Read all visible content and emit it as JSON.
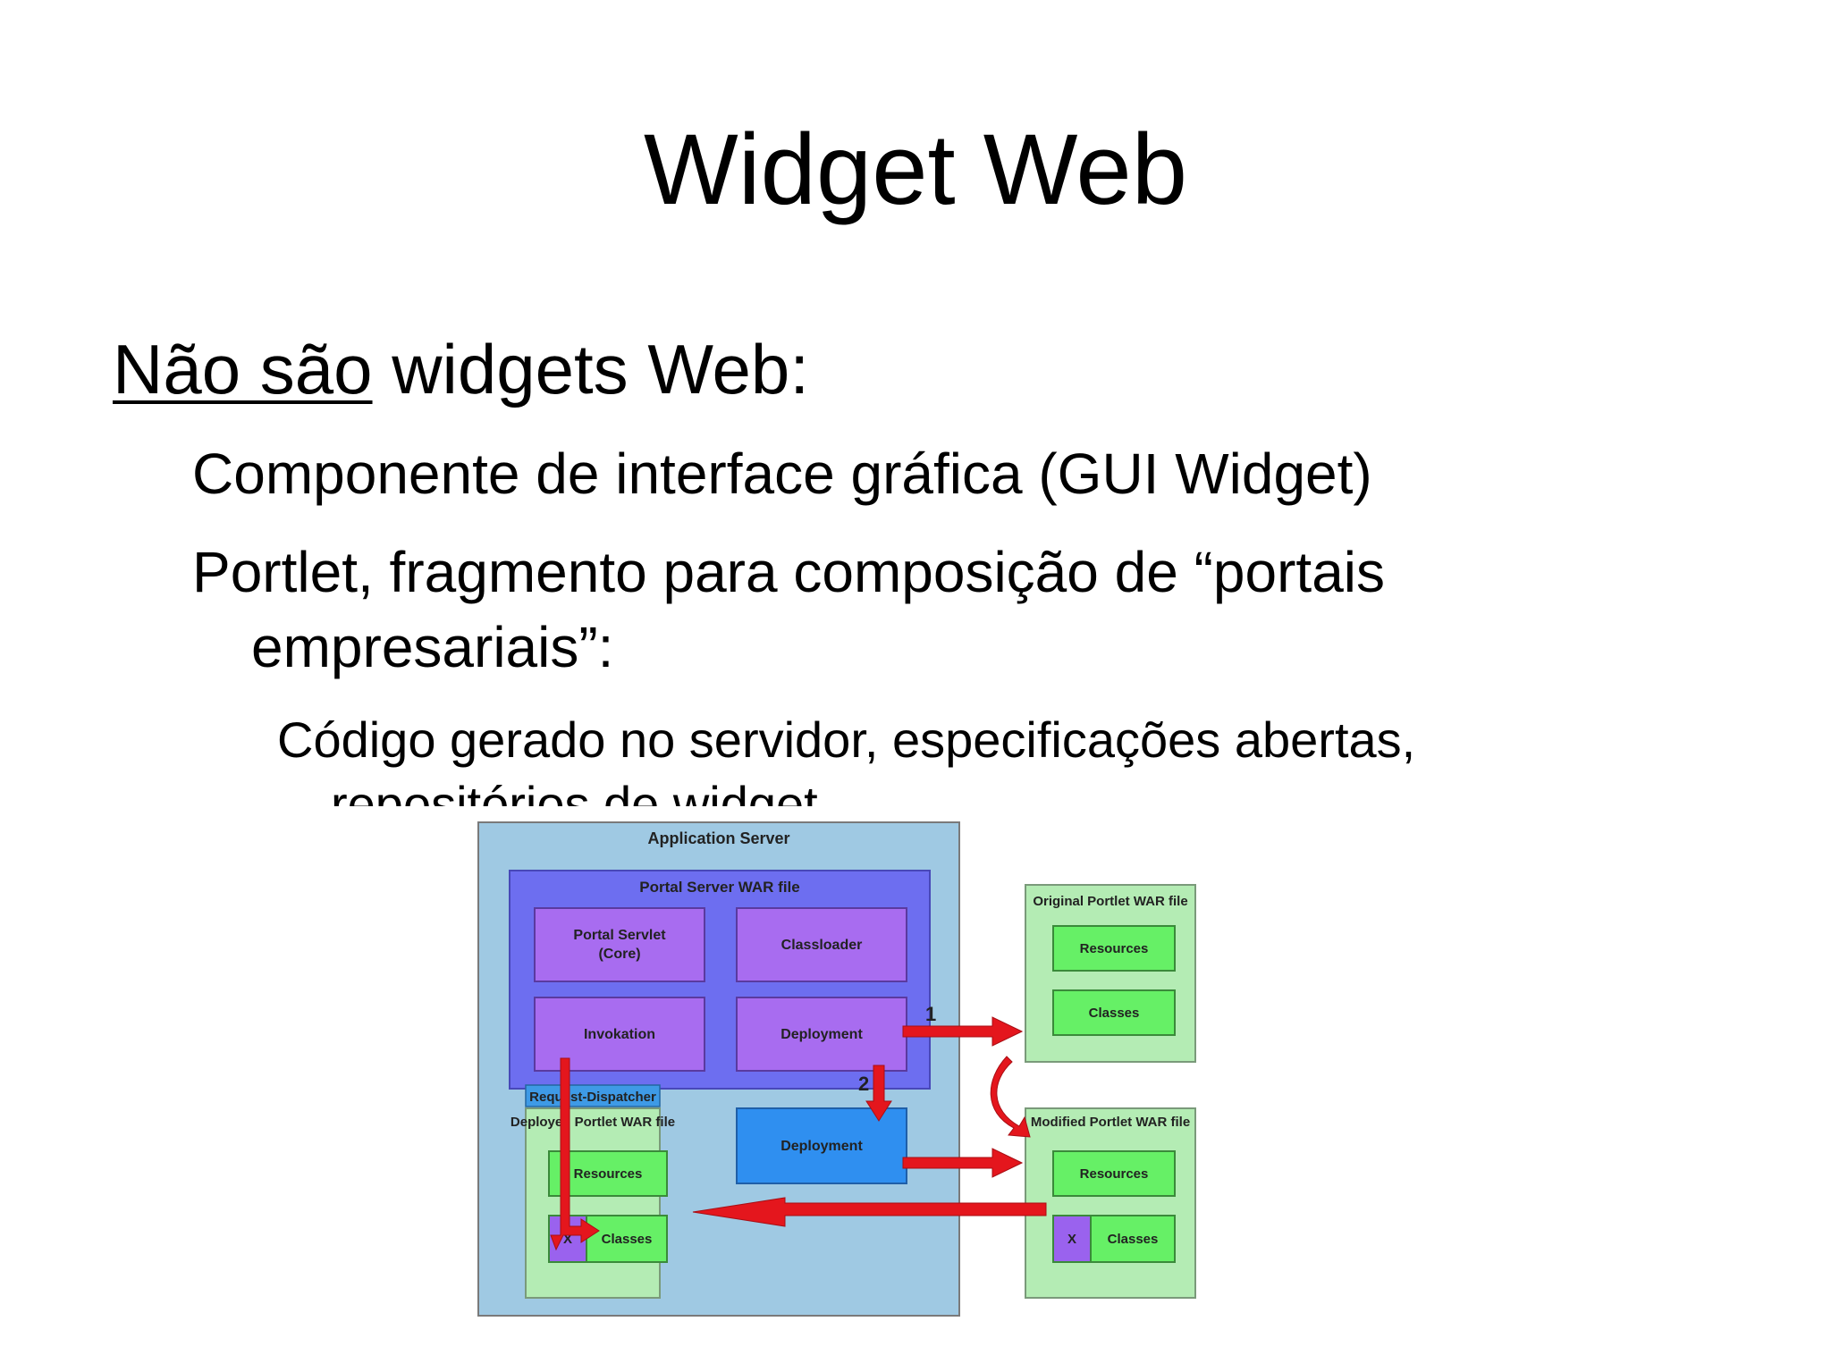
{
  "slide": {
    "title": "Widget Web",
    "intro": {
      "underlined": "Não são",
      "rest": " widgets Web:"
    },
    "bullets": [
      "Componente de interface gráfica (GUI Widget)",
      "Portlet, fragmento para composição de “portais empresariais”:"
    ],
    "sub_bullet": "Código gerado no servidor, especificações abertas, repositórios de widget"
  },
  "diagram": {
    "application_server": "Application Server",
    "portal_server_war": "Portal Server WAR file",
    "portal_servlet": [
      "Portal Servlet",
      "(Core)"
    ],
    "classloader": "Classloader",
    "invokation": "Invokation",
    "deployment": "Deployment",
    "request_dispatcher": "Request-Dispatcher",
    "deployed_portlet_war": "Deployed Portlet WAR file",
    "deployment_lower": "Deployment",
    "original_portlet_war": "Original Portlet WAR file",
    "modified_portlet_war": "Modified Portlet WAR file",
    "resources": "Resources",
    "classes": "Classes",
    "x_label": "X",
    "step_1": "1",
    "step_2": "2",
    "colors": {
      "app_server_bg": "#9fc9e3",
      "portal_war_bg": "#6d6ef0",
      "component_bg": "#a86cf0",
      "deployment_lower_bg": "#2f8ff0",
      "war_bg": "#b4ecb4",
      "green_box": "#66f066",
      "x_box": "#9a62ee",
      "arrow": "#e4161d"
    }
  }
}
